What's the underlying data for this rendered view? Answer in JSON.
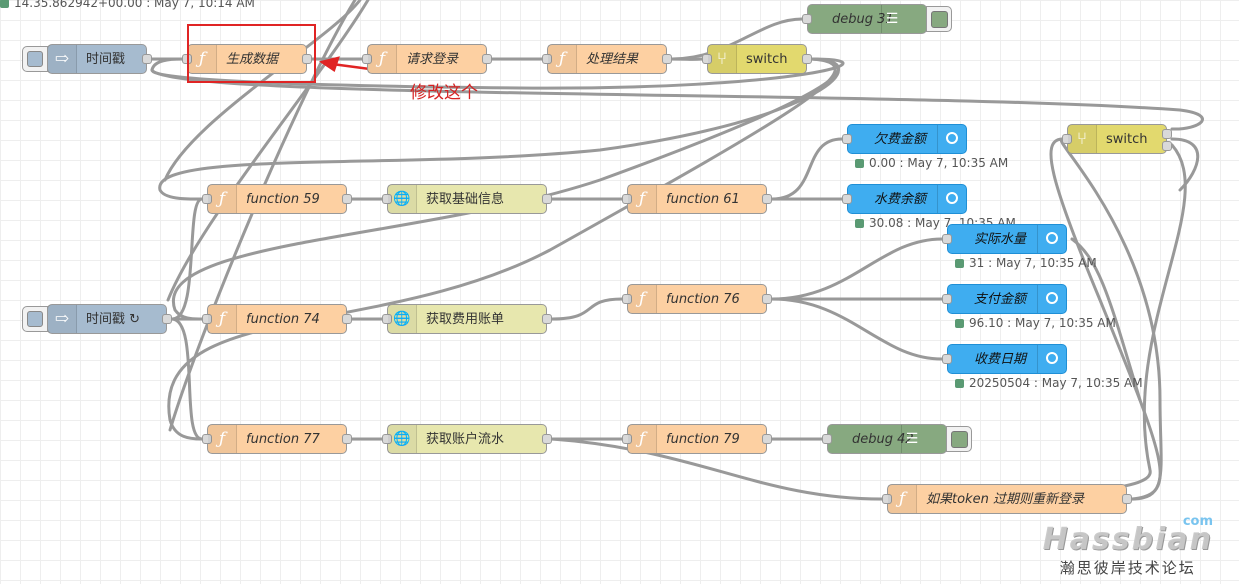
{
  "top_status": "14.35.862942+00.00 : May 7, 10:14 AM",
  "annotation": "修改这个",
  "watermark": {
    "brand": "Hassbian",
    "suffix": "com",
    "subtitle": "瀚思彼岸技术论坛"
  },
  "nodes": {
    "inject1": {
      "label": "时间戳"
    },
    "fn_gen": {
      "label": "生成数据",
      "icon": "function-icon"
    },
    "fn_login": {
      "label": "请求登录",
      "icon": "function-icon"
    },
    "fn_result": {
      "label": "处理结果",
      "icon": "function-icon"
    },
    "switch1": {
      "label": "switch",
      "icon": "switch-icon"
    },
    "debug31": {
      "label": "debug 31"
    },
    "switch2": {
      "label": "switch",
      "icon": "switch-icon"
    },
    "ui_arrears": {
      "label": "欠费金额",
      "status": "0.00 : May 7, 10:35 AM"
    },
    "ui_balance": {
      "label": "水费余额",
      "status": "30.08 : May 7, 10:35 AM"
    },
    "fn59": {
      "label": "function 59"
    },
    "req_base": {
      "label": "获取基础信息"
    },
    "fn61": {
      "label": "function 61"
    },
    "ui_water": {
      "label": "实际水量",
      "status": "31 : May 7, 10:35 AM"
    },
    "inject2": {
      "label": "时间戳 ↻"
    },
    "fn74": {
      "label": "function 74"
    },
    "req_bill": {
      "label": "获取费用账单"
    },
    "fn76": {
      "label": "function 76"
    },
    "ui_paid": {
      "label": "支付金额",
      "status": "96.10 : May 7, 10:35 AM"
    },
    "ui_date": {
      "label": "收费日期",
      "status": "20250504 : May 7, 10:35 AM"
    },
    "fn77": {
      "label": "function 77"
    },
    "req_flow": {
      "label": "获取账户流水"
    },
    "fn79": {
      "label": "function 79"
    },
    "debug42": {
      "label": "debug 42"
    },
    "fn_relogin": {
      "label": "如果token 过期则重新登录"
    }
  },
  "colors": {
    "function": "#fdd0a2",
    "switch": "#e2d96e",
    "http": "#e7e7ae",
    "inject": "#a6bbcf",
    "debug": "#87a980",
    "dashboard": "#3fadf0",
    "highlight": "#e02424"
  }
}
